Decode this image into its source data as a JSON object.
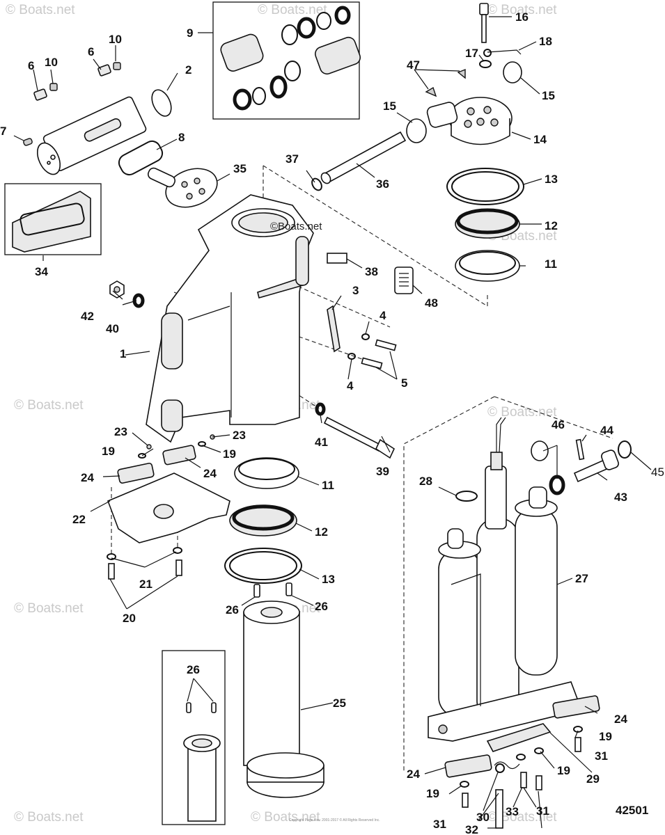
{
  "labels": {
    "n1": "1",
    "n2": "2",
    "n3": "3",
    "n4a": "4",
    "n4b": "4",
    "n5": "5",
    "n6a": "6",
    "n6b": "6",
    "n7": "7",
    "n8": "8",
    "n9": "9",
    "n10a": "10",
    "n10b": "10",
    "n11a": "11",
    "n11b": "11",
    "n12a": "12",
    "n12b": "12",
    "n13a": "13",
    "n13b": "13",
    "n14": "14",
    "n15a": "15",
    "n15b": "15",
    "n16": "16",
    "n17": "17",
    "n18": "18",
    "n19a": "19",
    "n19b": "19",
    "n19c": "19",
    "n19d": "19",
    "n19e": "19",
    "n20": "20",
    "n21": "21",
    "n22": "22",
    "n23a": "23",
    "n23b": "23",
    "n24a": "24",
    "n24b": "24",
    "n24c": "24",
    "n24d": "24",
    "n25": "25",
    "n26a": "26",
    "n26b": "26",
    "n26c": "26",
    "n27": "27",
    "n28": "28",
    "n29": "29",
    "n30": "30",
    "n31a": "31",
    "n31b": "31",
    "n31c": "31",
    "n32": "32",
    "n33": "33",
    "n34": "34",
    "n35": "35",
    "n36": "36",
    "n37": "37",
    "n38": "38",
    "n39": "39",
    "n40": "40",
    "n41": "41",
    "n42": "42",
    "n43": "43",
    "n44": "44",
    "n45": "45",
    "n46": "46",
    "n47": "47",
    "n48": "48"
  },
  "diagram_id": "42501",
  "watermark": "© Boats.net",
  "center_watermark": "©Boats.net",
  "copyright": "Copyright Page Rev. 2001-2017 © All Rights Reserved Inc.",
  "colors": {
    "ink": "#111111",
    "watermark": "#c9c9c9",
    "background": "#ffffff"
  }
}
